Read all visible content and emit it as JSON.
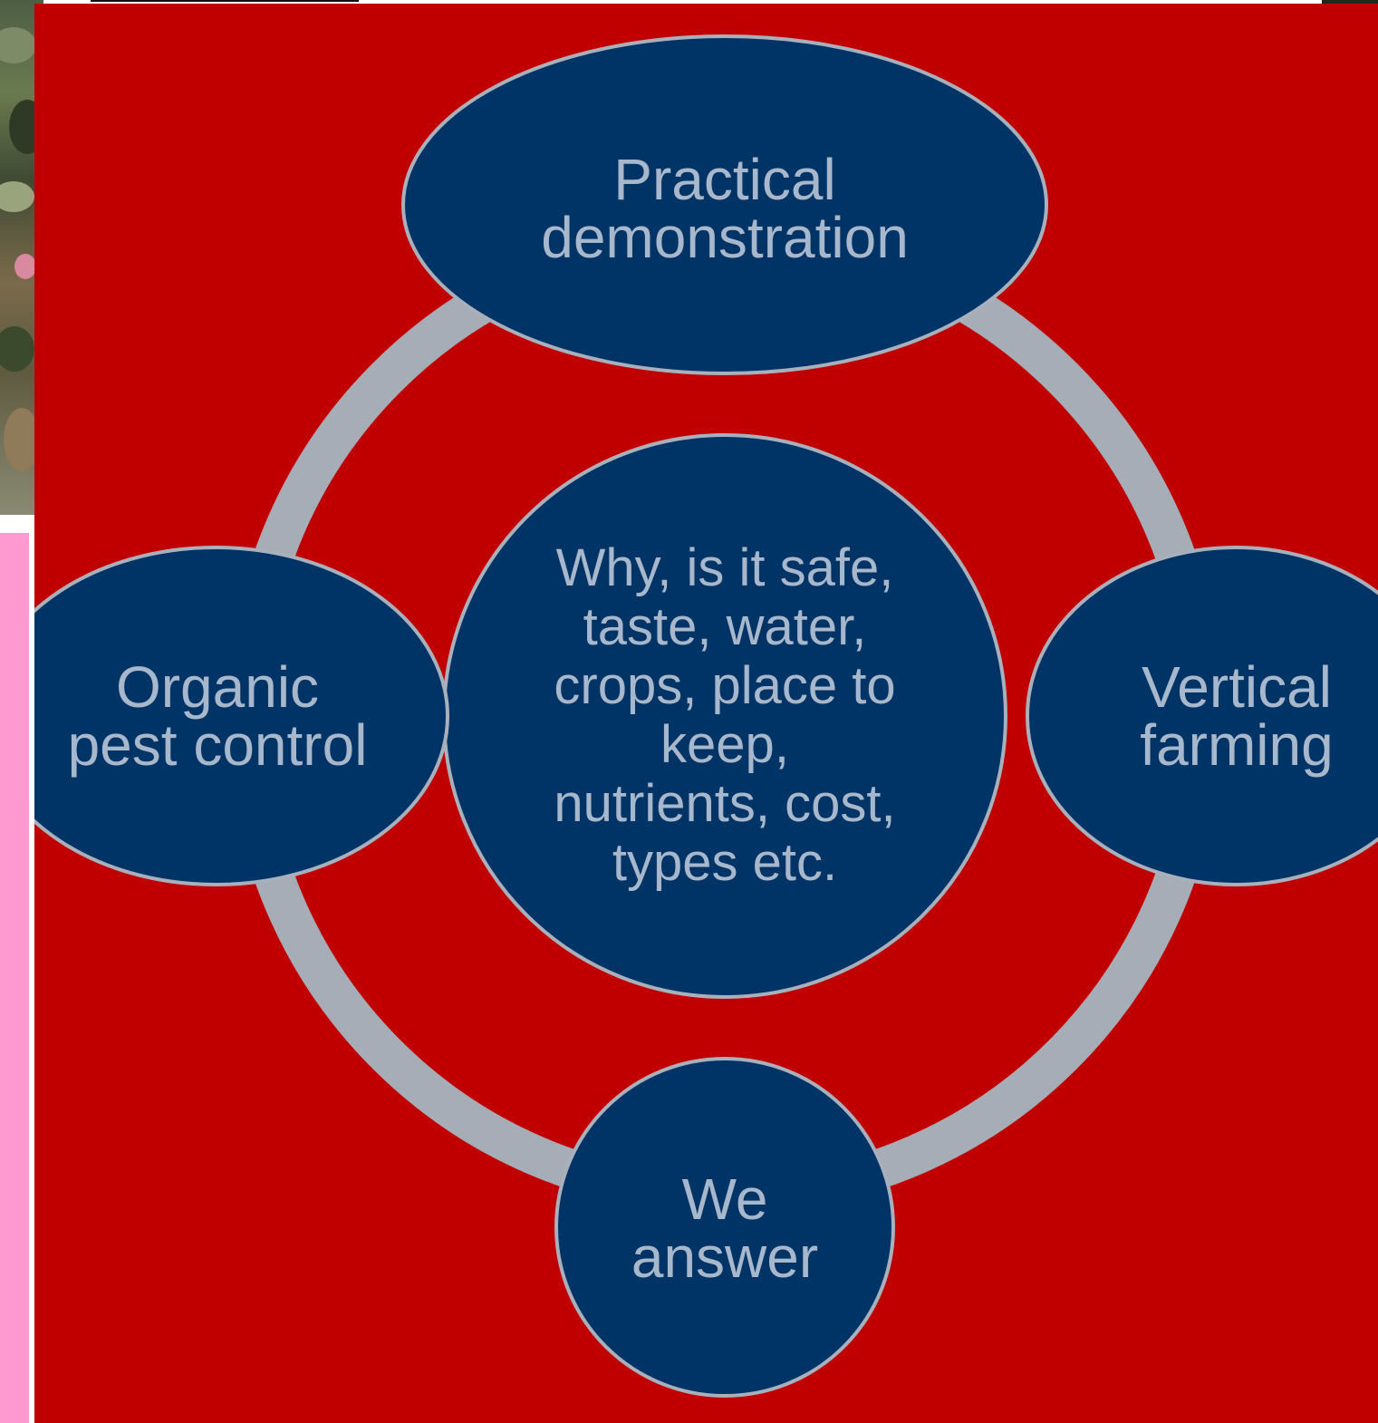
{
  "diagram": {
    "center": {
      "text": "Why, is it safe,\ntaste, water,\ncrops, place to\nkeep,\nnutrients, cost,\ntypes etc."
    },
    "nodes": [
      {
        "id": "top",
        "text": "Practical\ndemonstration"
      },
      {
        "id": "left",
        "text": "Organic\npest control"
      },
      {
        "id": "right",
        "text": "Vertical\nfarming"
      },
      {
        "id": "bottom",
        "text": "We\nanswer"
      }
    ]
  },
  "colors": {
    "slide_background": "#c00000",
    "node_fill": "#003366",
    "node_stroke": "#a8b0bc",
    "ring": "#a6adb7",
    "text": "#a8b8cc",
    "side_panel": "#ff9ad0"
  }
}
